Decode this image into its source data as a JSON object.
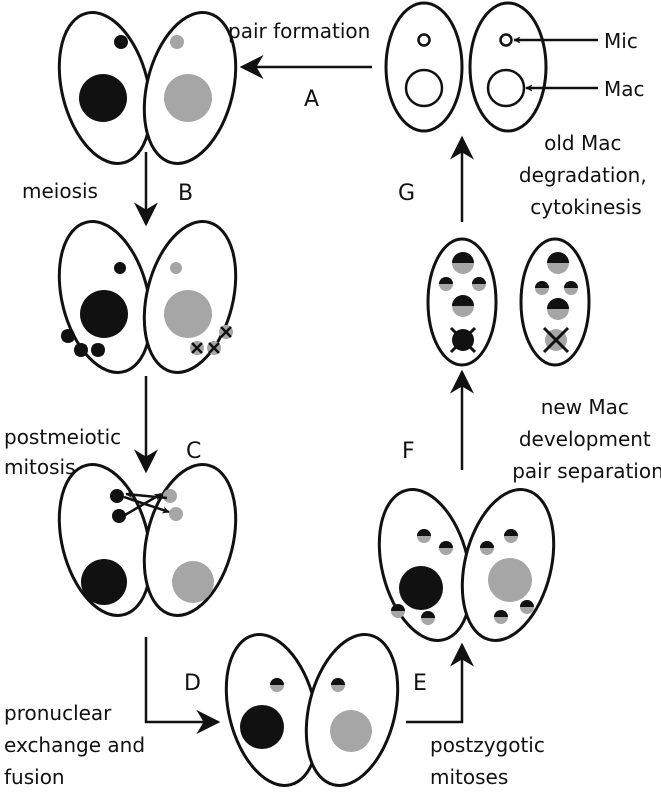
{
  "colors": {
    "dark": "#111111",
    "gray": "#a6a6a6",
    "line": "#111111",
    "background": "#ffffff"
  },
  "steps": {
    "A": {
      "letter": "A",
      "label": "pair formation"
    },
    "B": {
      "letter": "B",
      "label": "meiosis"
    },
    "C": {
      "letter": "C",
      "label_line1": "postmeiotic",
      "label_line2": "mitosis"
    },
    "D": {
      "letter": "D",
      "label_line1": "pronuclear",
      "label_line2": "exchange and",
      "label_line3": "fusion"
    },
    "E": {
      "letter": "E",
      "label_line1": "postzygotic",
      "label_line2": "mitoses"
    },
    "F": {
      "letter": "F",
      "label_line1": "new Mac",
      "label_line2": "development",
      "label_line3": "pair separation"
    },
    "G": {
      "letter": "G",
      "label_line1": "old Mac",
      "label_line2": "degradation,",
      "label_line3": "cytokinesis"
    }
  },
  "callouts": {
    "mic": "Mic",
    "mac": "Mac"
  }
}
